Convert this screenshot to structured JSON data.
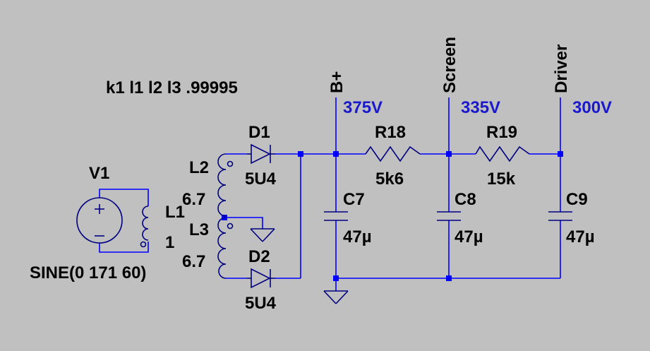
{
  "directive": "k1 l1 l2 l3 .99995",
  "source": {
    "name": "V1",
    "value": "SINE(0 171 60)"
  },
  "inductors": [
    {
      "name": "L1",
      "value": "1"
    },
    {
      "name": "L2",
      "value": "6.7"
    },
    {
      "name": "L3",
      "value": "6.7"
    }
  ],
  "diodes": [
    {
      "name": "D1",
      "value": "5U4"
    },
    {
      "name": "D2",
      "value": "5U4"
    }
  ],
  "resistors": [
    {
      "name": "R18",
      "value": "5k6"
    },
    {
      "name": "R19",
      "value": "15k"
    }
  ],
  "capacitors": [
    {
      "name": "C7",
      "value": "47µ"
    },
    {
      "name": "C8",
      "value": "47µ"
    },
    {
      "name": "C9",
      "value": "47µ"
    }
  ],
  "nets": [
    {
      "name": "B+",
      "voltage": "375V"
    },
    {
      "name": "Screen",
      "voltage": "335V"
    },
    {
      "name": "Driver",
      "voltage": "300V"
    }
  ],
  "colors": {
    "background": "#c0c0c0",
    "wire": "#0000ff",
    "component": "#000080",
    "voltage_label": "#1a1acc"
  }
}
